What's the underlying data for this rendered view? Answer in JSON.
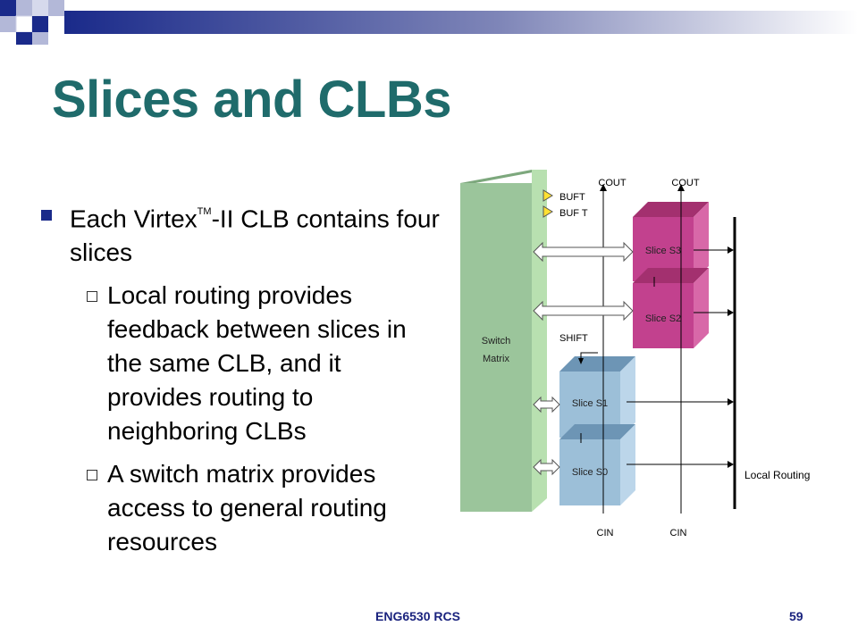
{
  "slide": {
    "title": "Slices and CLBs",
    "bullet": {
      "prefix": "Each Virtex",
      "trademark": "TM",
      "suffix": "-II CLB contains four slices",
      "subbullets": [
        "Local routing provides feedback between slices in the same CLB, and it provides routing to neighboring CLBs",
        "A switch matrix provides access to general routing resources"
      ]
    }
  },
  "diagram": {
    "switch_matrix": [
      "Switch",
      "Matrix"
    ],
    "slices": [
      "Slice S3",
      "Slice S2",
      "Slice S1",
      "Slice S0"
    ],
    "cout": [
      "COUT",
      "COUT"
    ],
    "cin": [
      "CIN",
      "CIN"
    ],
    "buft": [
      "BUFT",
      "BUF T"
    ],
    "shift": "SHIFT",
    "local_routing": "Local Routing"
  },
  "footer": {
    "course": "ENG6530 RCS",
    "page": "59"
  },
  "colors": {
    "title": "#1f6b6b",
    "switch_front": "#9bc59b",
    "switch_side": "#b8e0b0",
    "slice_pink_front": "#c2418e",
    "slice_pink_top": "#a3306f",
    "slice_blue_front": "#9cbfd8",
    "slice_blue_top": "#6d95b5",
    "footer_text": "#1a237e",
    "bullet": "#1a2a8a"
  }
}
